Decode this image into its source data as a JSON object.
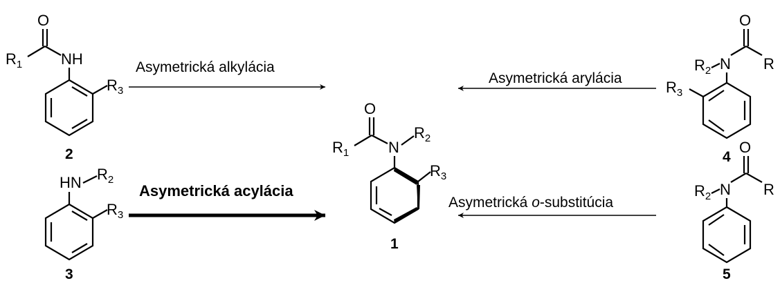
{
  "atoms": {
    "O": "O",
    "NH": "NH",
    "HN": "HN",
    "N": "N",
    "R": "R",
    "sub1": "1",
    "sub2": "2",
    "sub3": "3"
  },
  "compounds": {
    "c1": "1",
    "c2": "2",
    "c3": "3",
    "c4": "4",
    "c5": "5"
  },
  "reactions": {
    "alkylation": "Asymetrická alkylácia",
    "acylation": "Asymetrická acylácia",
    "arylation": "Asymetrická arylácia",
    "o_substitution_prefix": "Asymetrická ",
    "o_substitution_italic": "o",
    "o_substitution_suffix": "-substitúcia"
  }
}
